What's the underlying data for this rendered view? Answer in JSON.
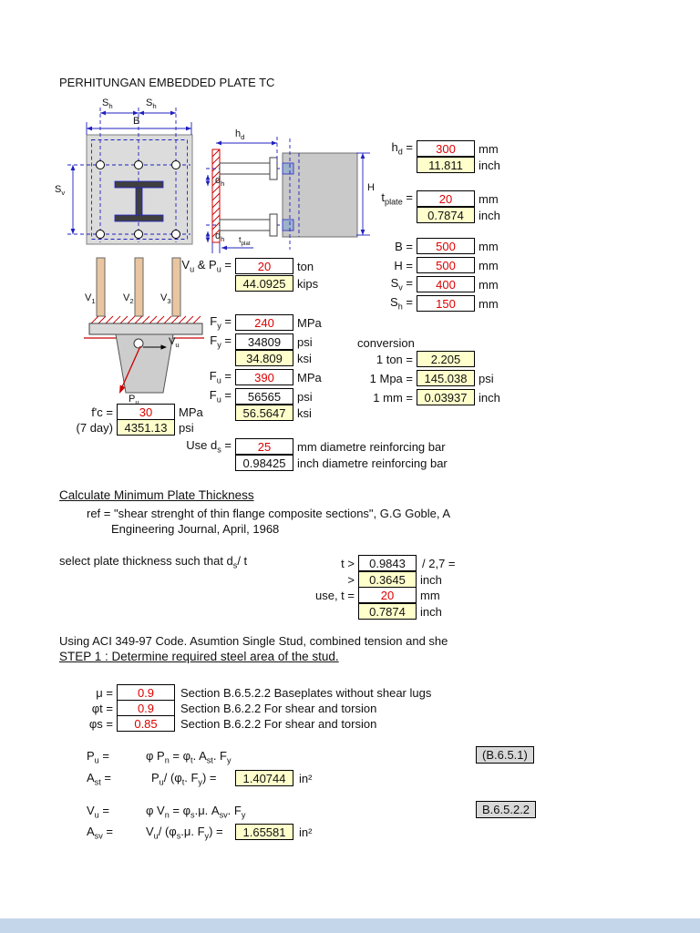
{
  "title": "PERHITUNGAN EMBEDDED PLATE TC",
  "colors": {
    "input_red": "#dd0000",
    "calc_yellow": "#ffffcc",
    "dimension_blue": "#2020c0",
    "hatch_red": "#cc0000",
    "footer_blue": "#c4d6ea"
  },
  "diagram": {
    "plan": {
      "sh_left": [
        [
          "t",
          "S"
        ],
        [
          "s",
          "h"
        ]
      ],
      "sh_right": [
        [
          "t",
          "S"
        ],
        [
          "s",
          "h"
        ]
      ],
      "b": "B",
      "sv": [
        [
          "t",
          "S"
        ],
        [
          "s",
          "v"
        ]
      ]
    },
    "side": {
      "hd": [
        [
          "t",
          "h"
        ],
        [
          "s",
          "d"
        ]
      ],
      "dh_top": [
        [
          "t",
          "d"
        ],
        [
          "s",
          "h"
        ]
      ],
      "dh_bottom": [
        [
          "t",
          "d"
        ],
        [
          "s",
          "h"
        ]
      ],
      "h": "H",
      "tplate": [
        [
          "t",
          "t"
        ],
        [
          "s",
          "plat"
        ]
      ]
    },
    "bracket": {
      "v1": [
        [
          "t",
          "V"
        ],
        [
          "s",
          "1"
        ]
      ],
      "v2": [
        [
          "t",
          "V"
        ],
        [
          "s",
          "2"
        ]
      ],
      "v3": [
        [
          "t",
          "V"
        ],
        [
          "s",
          "3"
        ]
      ],
      "vu": [
        [
          "t",
          "V"
        ],
        [
          "s",
          "u"
        ]
      ],
      "pu": [
        [
          "t",
          "P"
        ],
        [
          "s",
          "u"
        ]
      ]
    }
  },
  "params": {
    "hd": {
      "label": [
        [
          "t",
          "h"
        ],
        [
          "s",
          "d"
        ],
        [
          "t",
          " ="
        ]
      ],
      "mm": "300",
      "mm_unit": "mm",
      "inch": "11.811",
      "inch_unit": "inch"
    },
    "tplate": {
      "label": [
        [
          "t",
          "t"
        ],
        [
          "s",
          "plate"
        ],
        [
          "t",
          " ="
        ]
      ],
      "mm": "20",
      "mm_unit": "mm",
      "inch": "0.7874",
      "inch_unit": "inch"
    },
    "b": {
      "label": "B =",
      "value": "500",
      "unit": "mm"
    },
    "h": {
      "label": "H =",
      "value": "500",
      "unit": "mm"
    },
    "sv": {
      "label": [
        [
          "t",
          "S"
        ],
        [
          "s",
          "v"
        ],
        [
          "t",
          " ="
        ]
      ],
      "value": "400",
      "unit": "mm"
    },
    "sh": {
      "label": [
        [
          "t",
          "S"
        ],
        [
          "s",
          "h"
        ],
        [
          "t",
          " ="
        ]
      ],
      "value": "150",
      "unit": "mm"
    }
  },
  "loads": {
    "vupu": {
      "label": [
        [
          "t",
          "V"
        ],
        [
          "s",
          "u"
        ],
        [
          "t",
          " & P"
        ],
        [
          "s",
          "u"
        ],
        [
          "t",
          " ="
        ]
      ],
      "ton": "20",
      "ton_unit": "ton",
      "kips": "44.0925",
      "kips_unit": "kips"
    }
  },
  "materials": {
    "fy_mpa": {
      "label": [
        [
          "t",
          "F"
        ],
        [
          "s",
          "y"
        ],
        [
          "t",
          " ="
        ]
      ],
      "value": "240",
      "unit": "MPa"
    },
    "fy_psi": {
      "label": [
        [
          "t",
          "F"
        ],
        [
          "s",
          "y"
        ],
        [
          "t",
          " ="
        ]
      ],
      "value": "34809",
      "unit": "psi"
    },
    "fy_ksi": {
      "value": "34.809",
      "unit": "ksi"
    },
    "fu_mpa": {
      "label": [
        [
          "t",
          "F"
        ],
        [
          "s",
          "u"
        ],
        [
          "t",
          " ="
        ]
      ],
      "value": "390",
      "unit": "MPa"
    },
    "fu_psi": {
      "label": [
        [
          "t",
          "F"
        ],
        [
          "s",
          "u"
        ],
        [
          "t",
          " ="
        ]
      ],
      "value": "56565",
      "unit": "psi"
    },
    "fu_ksi": {
      "value": "56.5647",
      "unit": "ksi"
    },
    "fc": {
      "label": "f'c =",
      "value": "30",
      "unit": "MPa"
    },
    "fc_psi": {
      "label": "(7 day)",
      "value": "4351.13",
      "unit": "psi"
    }
  },
  "conversion": {
    "heading": "conversion",
    "ton": {
      "label": "1 ton =",
      "value": "2.205"
    },
    "mpa": {
      "label": "1 Mpa =",
      "value": "145.038",
      "unit": "psi"
    },
    "mm": {
      "label": "1 mm =",
      "value": "0.03937",
      "unit": "inch"
    }
  },
  "stud": {
    "label": [
      [
        "t",
        "Use d"
      ],
      [
        "s",
        "s"
      ],
      [
        "t",
        " ="
      ]
    ],
    "mm": "25",
    "mm_note": "mm diametre reinforcing bar",
    "inch": "0.98425",
    "inch_note": "inch diametre reinforcing bar"
  },
  "plate_section": {
    "heading": "Calculate Minimum Plate Thickness",
    "ref_line1": "ref = \"shear strenght of thin flange composite sections\", G.G Goble, A",
    "ref_line2": "Engineering Journal, April, 1968",
    "select_label": [
      [
        "t",
        "select plate thickness such that d"
      ],
      [
        "s",
        "s"
      ],
      [
        "t",
        "/ t"
      ]
    ],
    "t_min": {
      "label": "t >",
      "value": "0.9843",
      "suffix": "/ 2,7 ="
    },
    "t_min_inch": {
      "label": ">",
      "value": "0.3645",
      "unit": "inch"
    },
    "use_t": {
      "label": "use, t =",
      "value": "20",
      "unit": "mm"
    },
    "use_t_inch": {
      "value": "0.7874",
      "unit": "inch"
    }
  },
  "aci": {
    "intro": "Using ACI 349-97 Code. Asumtion Single Stud, combined tension and she",
    "step1_heading": "STEP 1 : Determine required steel area of the stud."
  },
  "factors": {
    "mu": {
      "label": "μ =",
      "value": "0.9",
      "note": "Section B.6.5.2.2 Baseplates without shear lugs"
    },
    "phi_t": {
      "label": "φt =",
      "value": "0.9",
      "note": "Section B.6.2.2 For shear and torsion"
    },
    "phi_s": {
      "label": "φs =",
      "value": "0.85",
      "note": "Section B.6.2.2 For shear and torsion"
    }
  },
  "step1": {
    "pu_lhs": [
      [
        "t",
        "P"
      ],
      [
        "s",
        "u"
      ],
      [
        "t",
        " ="
      ]
    ],
    "pu_rhs": [
      [
        "t",
        "φ P"
      ],
      [
        "s",
        "n"
      ],
      [
        "t",
        " = φ"
      ],
      [
        "s",
        "t"
      ],
      [
        "t",
        ". A"
      ],
      [
        "s",
        "st"
      ],
      [
        "t",
        ". F"
      ],
      [
        "s",
        "y"
      ]
    ],
    "pu_ref": "(B.6.5.1)",
    "ast_lhs": [
      [
        "t",
        "A"
      ],
      [
        "s",
        "st"
      ],
      [
        "t",
        " ="
      ]
    ],
    "ast_rhs": [
      [
        "t",
        "P"
      ],
      [
        "s",
        "u"
      ],
      [
        "t",
        "/ (φ"
      ],
      [
        "s",
        "t"
      ],
      [
        "t",
        ". F"
      ],
      [
        "s",
        "y"
      ],
      [
        "t",
        ") ="
      ]
    ],
    "ast_value": "1.40744",
    "ast_unit": "in²",
    "vu_lhs": [
      [
        "t",
        "V"
      ],
      [
        "s",
        "u"
      ],
      [
        "t",
        " ="
      ]
    ],
    "vu_rhs": [
      [
        "t",
        "φ V"
      ],
      [
        "s",
        "n"
      ],
      [
        "t",
        " = φ"
      ],
      [
        "s",
        "s"
      ],
      [
        "t",
        ".μ. A"
      ],
      [
        "s",
        "sv"
      ],
      [
        "t",
        ". F"
      ],
      [
        "s",
        "y"
      ]
    ],
    "vu_ref": "B.6.5.2.2",
    "asv_lhs": [
      [
        "t",
        "A"
      ],
      [
        "s",
        "sv"
      ],
      [
        "t",
        " ="
      ]
    ],
    "asv_rhs": [
      [
        "t",
        "V"
      ],
      [
        "s",
        "u"
      ],
      [
        "t",
        "/ (φ"
      ],
      [
        "s",
        "s"
      ],
      [
        "t",
        ".μ. F"
      ],
      [
        "s",
        "y"
      ],
      [
        "t",
        ") ="
      ]
    ],
    "asv_value": "1.65581",
    "asv_unit": "in²"
  }
}
